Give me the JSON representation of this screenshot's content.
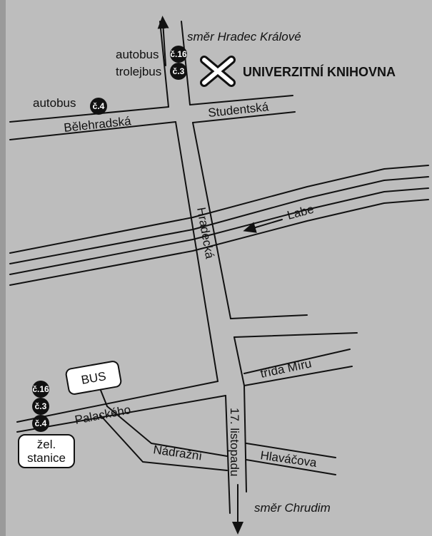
{
  "destinations": {
    "north": "směr Hradec Králové",
    "south": "směr Chrudim"
  },
  "landmark": {
    "label": "UNIVERZITNÍ KNIHOVNA",
    "icon": "x-marker-icon"
  },
  "streets": {
    "belehradska": "Bělehradská",
    "studentska": "Studentská",
    "hradecka": "Hradecká",
    "labe": "Labe",
    "trida_miru": "třída Míru",
    "palackeho": "Palackého",
    "nadrazni": "Nádražní",
    "listopadu": "17. listopadu",
    "hlavacova": "Hlaváčova"
  },
  "stops": {
    "north_bus_label": "autobus",
    "north_bus_line": "č.16",
    "north_trolley_label": "trolejbus",
    "north_trolley_line": "č.3",
    "west_bus_label": "autobus",
    "west_bus_line": "č.4",
    "station_lines": [
      "č.16",
      "č.3",
      "č.4"
    ]
  },
  "boxes": {
    "bus": "BUS",
    "station_line1": "žel.",
    "station_line2": "stanice"
  },
  "colors": {
    "background": "#bdbdbd",
    "line": "#111111",
    "badge": "#111111",
    "box_fill": "#ffffff"
  }
}
